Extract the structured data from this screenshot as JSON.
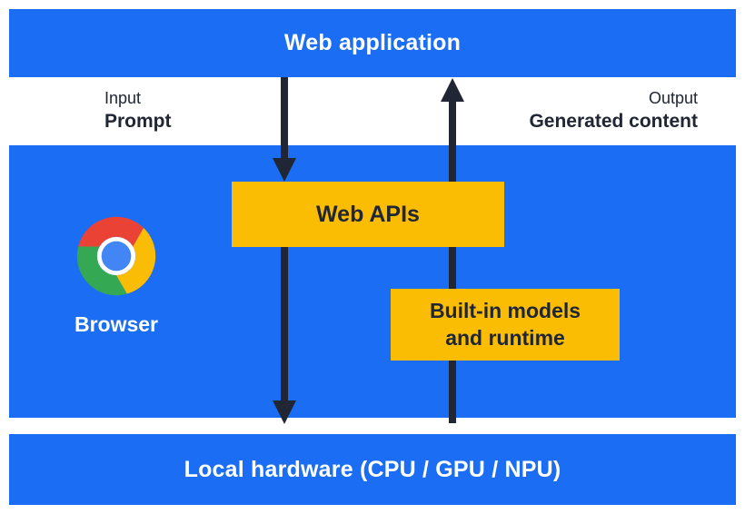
{
  "colors": {
    "blue": "#1B6EF3",
    "yellow": "#FBBC04",
    "dark": "#202634",
    "white": "#FFFFFF",
    "chrome_red": "#EA4335",
    "chrome_green": "#34A853",
    "chrome_yellow": "#FBBC05",
    "chrome_blue": "#4285F4"
  },
  "layers": {
    "web_application": "Web application",
    "local_hardware": "Local hardware (CPU / GPU / NPU)"
  },
  "flow": {
    "input_caption": "Input",
    "input_label": "Prompt",
    "output_caption": "Output",
    "output_label": "Generated content"
  },
  "browser": {
    "label": "Browser",
    "web_apis": "Web APIs",
    "builtin_models_line1": "Built-in models",
    "builtin_models_line2": "and runtime"
  },
  "icons": {
    "chrome_logo": "chrome-icon"
  }
}
